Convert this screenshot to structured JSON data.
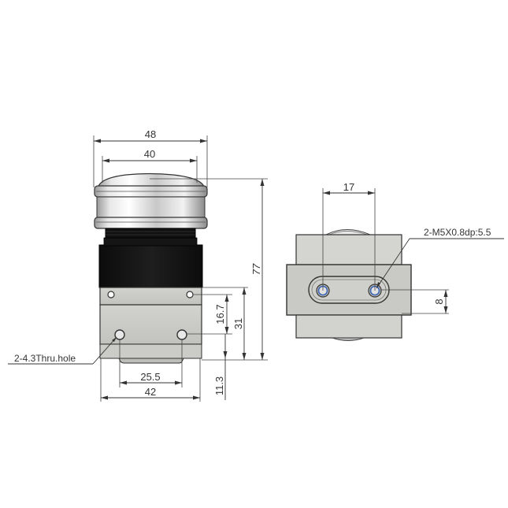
{
  "diagram": {
    "type": "technical-drawing",
    "subject": "pneumatic cylinder with mounting block",
    "colors": {
      "body_black": "#141414",
      "block_gray": "#c8c8c4",
      "side_block_gray": "#d4d4d0",
      "chrome_light": "#eeeeee",
      "line": "#333333",
      "hole_blue": "#3a64b4"
    },
    "front_view": {
      "dimensions": {
        "overall_width": "48",
        "cap_width": "40",
        "overall_height": "77",
        "block_height": "31",
        "hole_spacing_vertical": "16.7",
        "bottom_offset": "11.3",
        "hole_spacing_horizontal": "25.5",
        "block_width": "42"
      },
      "callout_holes": "2-4.3Thru.hole"
    },
    "side_view": {
      "dimensions": {
        "hole_spacing": "17",
        "hole_offset": "8"
      },
      "callout_thread": "2-M5X0.8dp:5.5"
    }
  }
}
